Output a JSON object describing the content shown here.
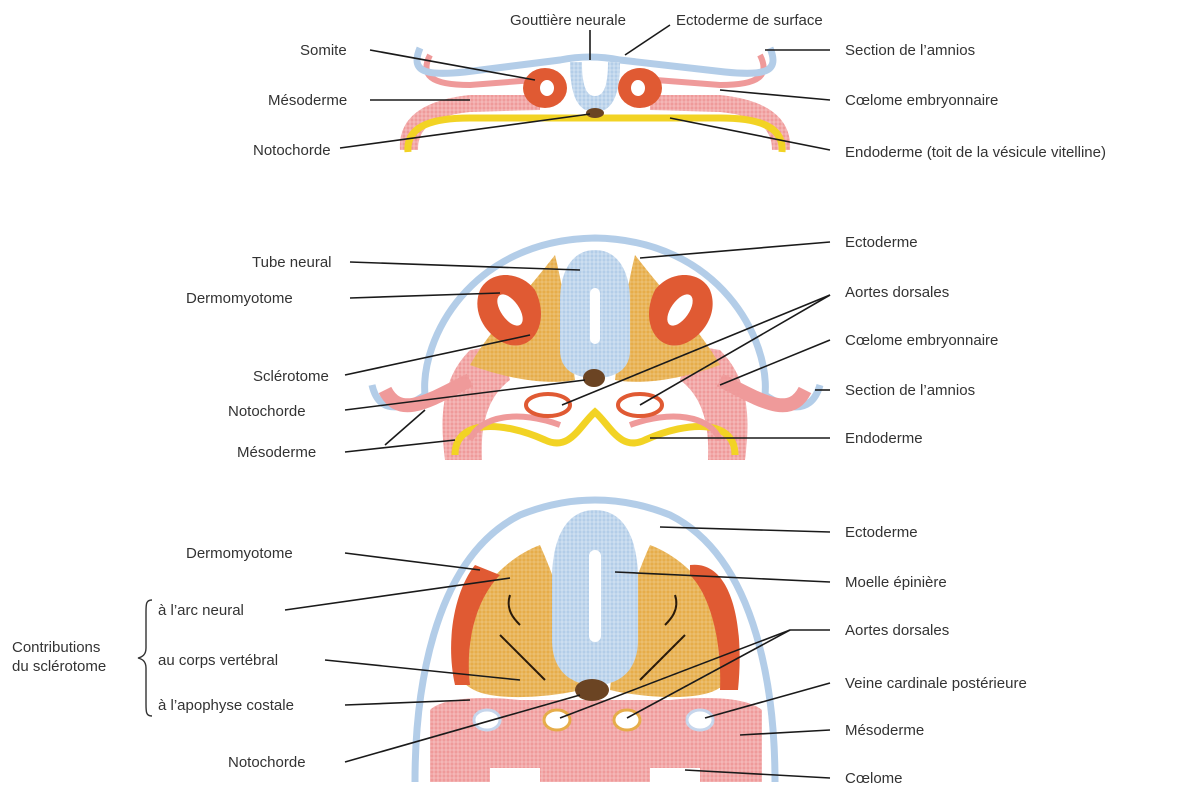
{
  "colors": {
    "ectoderm": "#a8c6e3",
    "mesoderm": "#ef9a9a",
    "somite": "#e05a33",
    "sclerotome": "#e6ad4a",
    "endoderm": "#f2d324",
    "notochord": "#6b4423",
    "line": "#1a1a1a"
  },
  "panel1": {
    "neural_groove": "Gouttière neurale",
    "surface_ectoderm": "Ectoderme de surface",
    "somite": "Somite",
    "mesoderm": "Mésoderme",
    "notochord": "Notochorde",
    "amnion_section": "Section de l’amnios",
    "embryonic_coelom": "Cœlome embryonnaire",
    "endoderm_roof": "Endoderme (toit de la vésicule vitelline)"
  },
  "panel2": {
    "neural_tube": "Tube neural",
    "dermomyotome": "Dermomyotome",
    "sclerotome": "Sclérotome",
    "notochord": "Notochorde",
    "mesoderm": "Mésoderme",
    "ectoderm": "Ectoderme",
    "dorsal_aortas": "Aortes dorsales",
    "embryonic_coelom": "Cœlome embryonnaire",
    "amnion_section": "Section de l’amnios",
    "endoderm": "Endoderme"
  },
  "panel3": {
    "dermomyotome": "Dermomyotome",
    "contributions_line1": "Contributions",
    "contributions_line2": "du sclérotome",
    "neural_arch": "à l’arc neural",
    "vertebral_body": "au corps vertébral",
    "costal_process": "à l’apophyse costale",
    "notochord": "Notochorde",
    "ectoderm": "Ectoderme",
    "spinal_cord": "Moelle épinière",
    "dorsal_aortas": "Aortes dorsales",
    "posterior_cardinal_vein": "Veine cardinale postérieure",
    "mesoderm": "Mésoderme",
    "coelom": "Cœlome"
  }
}
